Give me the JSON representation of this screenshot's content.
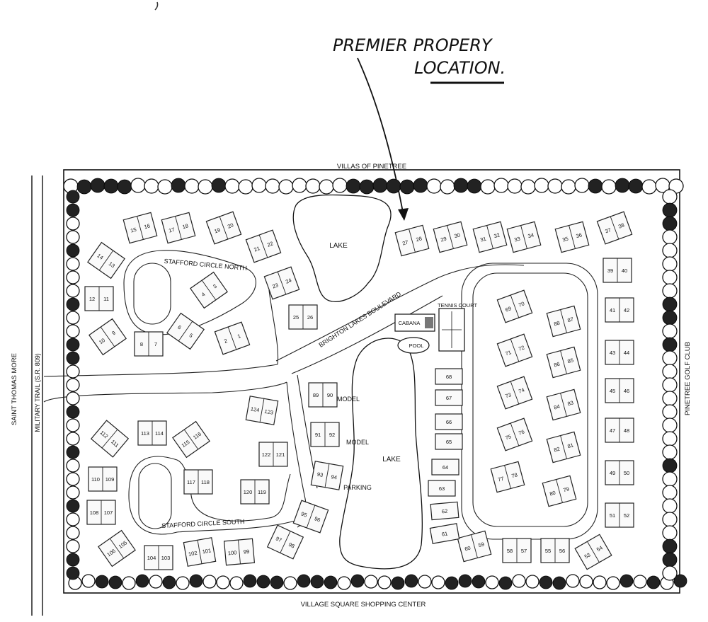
{
  "annotation": {
    "line1": "PREMIER PROPERY",
    "line2": "LOCATION."
  },
  "boundaries": {
    "north": "VILLAS OF PINETREE",
    "south": "VILLAGE SQUARE SHOPPING CENTER",
    "east": "PINETREE GOLF CLUB",
    "west_road": "MILITARY TRAIL (S.R. 809)",
    "west_outer": "SAINT THOMAS MORE"
  },
  "roads": {
    "north_circle": "STAFFORD CIRCLE NORTH",
    "south_circle": "STAFFORD CIRCLE SOUTH",
    "boulevard": "BRIGHTON LAKES BOULEVARD"
  },
  "amenities": {
    "lake_north": "LAKE",
    "lake_south": "LAKE",
    "tennis": "TENNIS COURT",
    "cabana": "CABANA",
    "pool": "POOL",
    "model_1": "MODEL",
    "model_2": "MODEL",
    "parking": "PARKING"
  },
  "units": [
    [
      "15",
      "16"
    ],
    [
      "17",
      "18"
    ],
    [
      "19",
      "20"
    ],
    [
      "21",
      "22"
    ],
    [
      "14",
      "13"
    ],
    [
      "12",
      "11"
    ],
    [
      "10",
      "9"
    ],
    [
      "8",
      "7"
    ],
    [
      "6",
      "5"
    ],
    [
      "4",
      "3"
    ],
    [
      "2",
      "1"
    ],
    [
      "23",
      "24"
    ],
    [
      "25",
      "26"
    ],
    [
      "27",
      "28"
    ],
    [
      "29",
      "30"
    ],
    [
      "31",
      "32"
    ],
    [
      "33",
      "34"
    ],
    [
      "35",
      "36"
    ],
    [
      "37",
      "38"
    ],
    [
      "39",
      "40"
    ],
    [
      "41",
      "42"
    ],
    [
      "43",
      "44"
    ],
    [
      "45",
      "46"
    ],
    [
      "47",
      "48"
    ],
    [
      "49",
      "50"
    ],
    [
      "51",
      "52"
    ],
    [
      "53",
      "54"
    ],
    [
      "55",
      "56"
    ],
    [
      "58",
      "57"
    ],
    [
      "60",
      "59"
    ],
    [
      "69",
      "70"
    ],
    [
      "71",
      "72"
    ],
    [
      "73",
      "74"
    ],
    [
      "75",
      "76"
    ],
    [
      "77",
      "78"
    ],
    [
      "88",
      "87"
    ],
    [
      "86",
      "85"
    ],
    [
      "84",
      "83"
    ],
    [
      "82",
      "81"
    ],
    [
      "80",
      "79"
    ],
    [
      "68"
    ],
    [
      "67"
    ],
    [
      "66"
    ],
    [
      "65"
    ],
    [
      "64"
    ],
    [
      "63"
    ],
    [
      "62"
    ],
    [
      "61"
    ],
    [
      "89",
      "90"
    ],
    [
      "91",
      "92"
    ],
    [
      "93",
      "94"
    ],
    [
      "95",
      "96"
    ],
    [
      "97",
      "98"
    ],
    [
      "124",
      "123"
    ],
    [
      "122",
      "121"
    ],
    [
      "120",
      "119"
    ],
    [
      "117",
      "118"
    ],
    [
      "113",
      "114"
    ],
    [
      "112",
      "111"
    ],
    [
      "115",
      "116"
    ],
    [
      "110",
      "109"
    ],
    [
      "108",
      "107"
    ],
    [
      "106",
      "105"
    ],
    [
      "104",
      "103"
    ],
    [
      "102",
      "101"
    ],
    [
      "100",
      "99"
    ]
  ]
}
